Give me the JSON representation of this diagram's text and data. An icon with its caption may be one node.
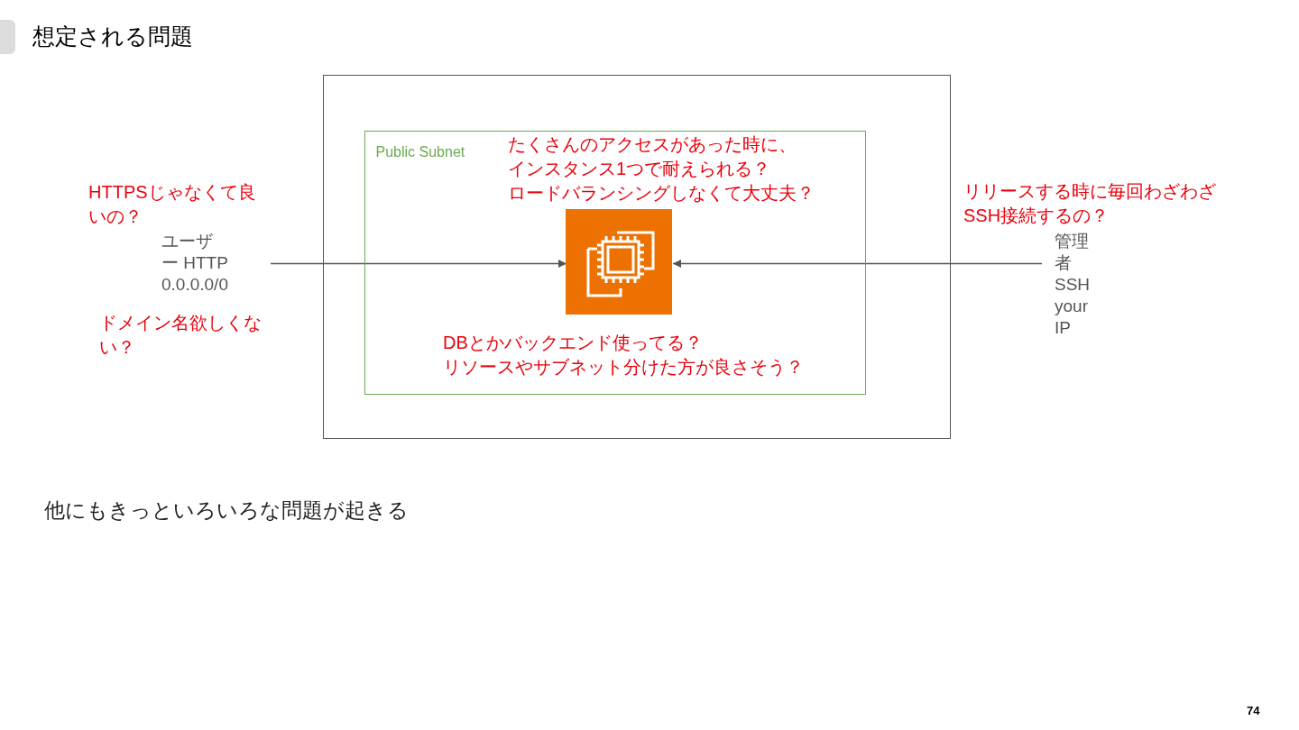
{
  "diagram": {
    "title": "想定される問題",
    "nodes": [
      {
        "text": [],
        "shape": "box"
      },
      {
        "text": [
          "Public Subnet"
        ],
        "in": 0
      },
      {
        "text": [],
        "shape": "box",
        "in": 1
      },
      {
        "text": [
          "ユーザー HTTP 0.0.0.0/0"
        ]
      },
      {
        "text": [
          "管理者 SSH your IP"
        ]
      }
    ],
    "edges": [
      {
        "from": 3,
        "to": 2,
        "arrow": "to"
      },
      {
        "from": 4,
        "to": 2,
        "arrow": "to"
      }
    ],
    "labels": [
      "HTTPSじゃなくて良いの？",
      "ドメイン名欲しくない？",
      "たくさんのアクセスがあった時に、インスタンス1つで耐えられる？ロードバランシングしなくて大丈夫？",
      "DBとかバックエンド使ってる？リソースやサブネット分けた方が良さそう？",
      "リリースする時に毎回わざわざSSH接続するの？",
      "他にもきっといろいろな問題が起きる",
      "74"
    ]
  }
}
